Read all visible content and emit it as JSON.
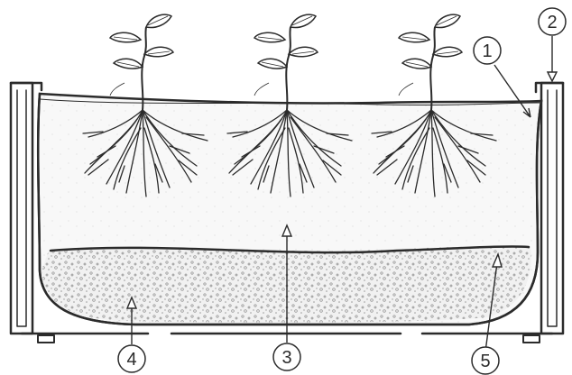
{
  "callouts": [
    {
      "id": "1",
      "label": "1"
    },
    {
      "id": "2",
      "label": "2"
    },
    {
      "id": "3",
      "label": "3"
    },
    {
      "id": "4",
      "label": "4"
    },
    {
      "id": "5",
      "label": "5"
    }
  ],
  "colors": {
    "ink": "#2b2b2b",
    "soil_fill": "#f7f7f7",
    "gravel_fill": "#efefef",
    "background": "#ffffff"
  },
  "icons": {
    "plant": "seedling-with-roots-icon",
    "gravel": "gravel-texture"
  }
}
